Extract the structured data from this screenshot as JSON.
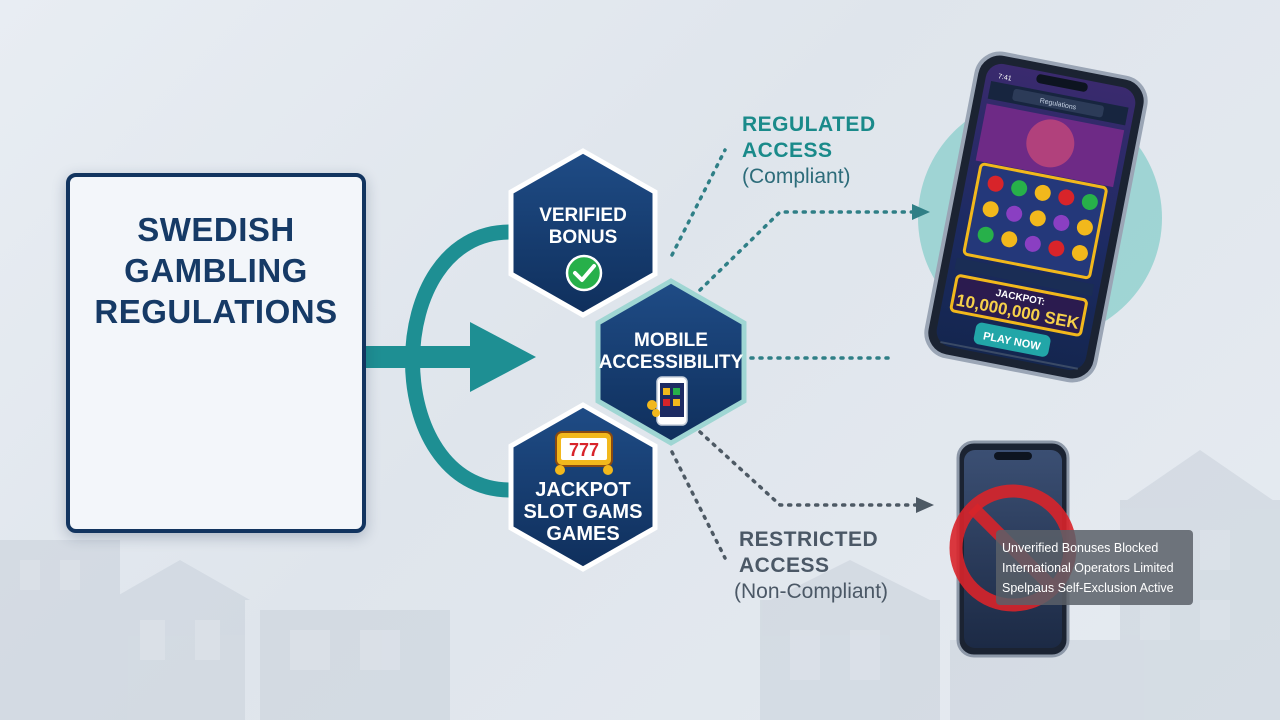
{
  "regulations_box": {
    "title_lines": [
      "SWEDISH",
      "GAMBLING",
      "REGULATIONS"
    ]
  },
  "nodes": {
    "verified_bonus": {
      "lines": [
        "VERIFIED",
        "BONUS"
      ]
    },
    "mobile_accessibility": {
      "lines": [
        "MOBILE",
        "ACCESSIBILITY"
      ]
    },
    "jackpot": {
      "lines": [
        "JACKPOT",
        "SLOT GAMS",
        "GAMES"
      ]
    }
  },
  "regulated_access": {
    "title_lines": [
      "REGULATED",
      "ACCESS"
    ],
    "subtitle": "(Compliant)"
  },
  "restricted_access": {
    "title_lines": [
      "RESTRICTED",
      "ACCESS"
    ],
    "subtitle": "(Non-Compliant)"
  },
  "compliant_phone": {
    "status_time": "7:41",
    "search_placeholder": "Regulations",
    "jackpot_label": "JACKPOT:",
    "jackpot_amount": "10,000,000 SEK",
    "play_button": "PLAY NOW"
  },
  "restriction_notice": {
    "lines": [
      "Unverified Bonuses Blocked",
      "International Operators Limited",
      "Spelpaus Self-Exclusion Active"
    ]
  },
  "colors": {
    "navy": "#12345f",
    "teal": "#1e8f93",
    "prohibit_red": "#d8242a",
    "check_green": "#27b04a",
    "gold": "#f2b81c"
  }
}
